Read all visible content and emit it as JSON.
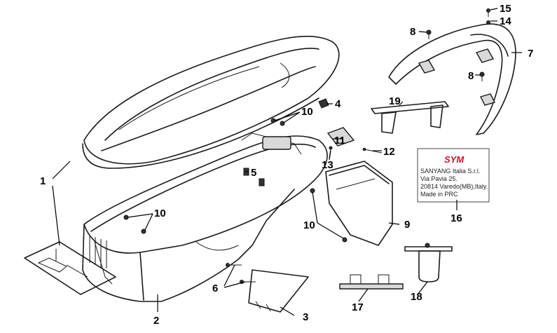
{
  "callouts": {
    "c1": "1",
    "c2": "2",
    "c3": "3",
    "c4": "4",
    "c5": "5",
    "c6": "6",
    "c7": "7",
    "c8a": "8",
    "c8b": "8",
    "c9": "9",
    "c10a": "10",
    "c10b": "10",
    "c10c": "10",
    "c11": "11",
    "c12": "12",
    "c13": "13",
    "c14": "14",
    "c15": "15",
    "c16": "16",
    "c17": "17",
    "c18": "18",
    "c19": "19"
  },
  "label_plate": {
    "brand": "SYM",
    "line1": "SANYANG Italia S.r.l.",
    "line2": "Via Pavia 25.",
    "line3": "20814 Varedo(MB),Italy.",
    "line4": "Made in PRC"
  },
  "colors": {
    "brand": "#c8102e",
    "ink": "#1a1a1a"
  }
}
